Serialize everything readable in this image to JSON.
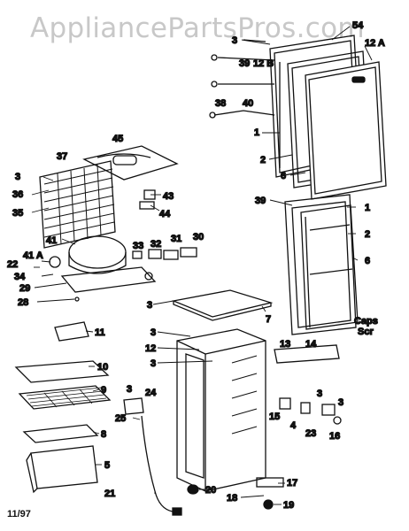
{
  "watermark": "AppliancePartsPros.com",
  "footer_date": "11/97",
  "stamp": [
    "Caps",
    "Scr"
  ],
  "callouts": [
    {
      "id": "c3a",
      "text": "3"
    },
    {
      "id": "c54",
      "text": "54"
    },
    {
      "id": "c12a",
      "text": "12 A"
    },
    {
      "id": "c39a",
      "text": "39"
    },
    {
      "id": "c12b",
      "text": "12 B"
    },
    {
      "id": "c38",
      "text": "38"
    },
    {
      "id": "c40",
      "text": "40"
    },
    {
      "id": "c1a",
      "text": "1"
    },
    {
      "id": "c2a",
      "text": "2"
    },
    {
      "id": "c6a",
      "text": "6"
    },
    {
      "id": "c45",
      "text": "45"
    },
    {
      "id": "c37",
      "text": "37"
    },
    {
      "id": "c3b",
      "text": "3"
    },
    {
      "id": "c36",
      "text": "36"
    },
    {
      "id": "c35",
      "text": "35"
    },
    {
      "id": "c43",
      "text": "43"
    },
    {
      "id": "c44",
      "text": "44"
    },
    {
      "id": "c39b",
      "text": "39"
    },
    {
      "id": "c1b",
      "text": "1"
    },
    {
      "id": "c2b",
      "text": "2"
    },
    {
      "id": "c6b",
      "text": "6"
    },
    {
      "id": "c41",
      "text": "41"
    },
    {
      "id": "c41a",
      "text": "41 A"
    },
    {
      "id": "c22",
      "text": "22"
    },
    {
      "id": "c34",
      "text": "34"
    },
    {
      "id": "c29",
      "text": "29"
    },
    {
      "id": "c28",
      "text": "28"
    },
    {
      "id": "c33",
      "text": "33"
    },
    {
      "id": "c32",
      "text": "32"
    },
    {
      "id": "c31",
      "text": "31"
    },
    {
      "id": "c30",
      "text": "30"
    },
    {
      "id": "c3c",
      "text": "3"
    },
    {
      "id": "c7",
      "text": "7"
    },
    {
      "id": "c11",
      "text": "11"
    },
    {
      "id": "c3d",
      "text": "3"
    },
    {
      "id": "c12c",
      "text": "12"
    },
    {
      "id": "c3e",
      "text": "3"
    },
    {
      "id": "c13",
      "text": "13"
    },
    {
      "id": "c14",
      "text": "14"
    },
    {
      "id": "c10",
      "text": "10"
    },
    {
      "id": "c9",
      "text": "9"
    },
    {
      "id": "c3f",
      "text": "3"
    },
    {
      "id": "c24",
      "text": "24"
    },
    {
      "id": "c25",
      "text": "25"
    },
    {
      "id": "c8",
      "text": "8"
    },
    {
      "id": "c5",
      "text": "5"
    },
    {
      "id": "c3g",
      "text": "3"
    },
    {
      "id": "c3h",
      "text": "3"
    },
    {
      "id": "c15",
      "text": "15"
    },
    {
      "id": "c4",
      "text": "4"
    },
    {
      "id": "c23",
      "text": "23"
    },
    {
      "id": "c16",
      "text": "16"
    },
    {
      "id": "c20",
      "text": "20"
    },
    {
      "id": "c17",
      "text": "17"
    },
    {
      "id": "c21",
      "text": "21"
    },
    {
      "id": "c18",
      "text": "18"
    },
    {
      "id": "c19",
      "text": "19"
    }
  ]
}
